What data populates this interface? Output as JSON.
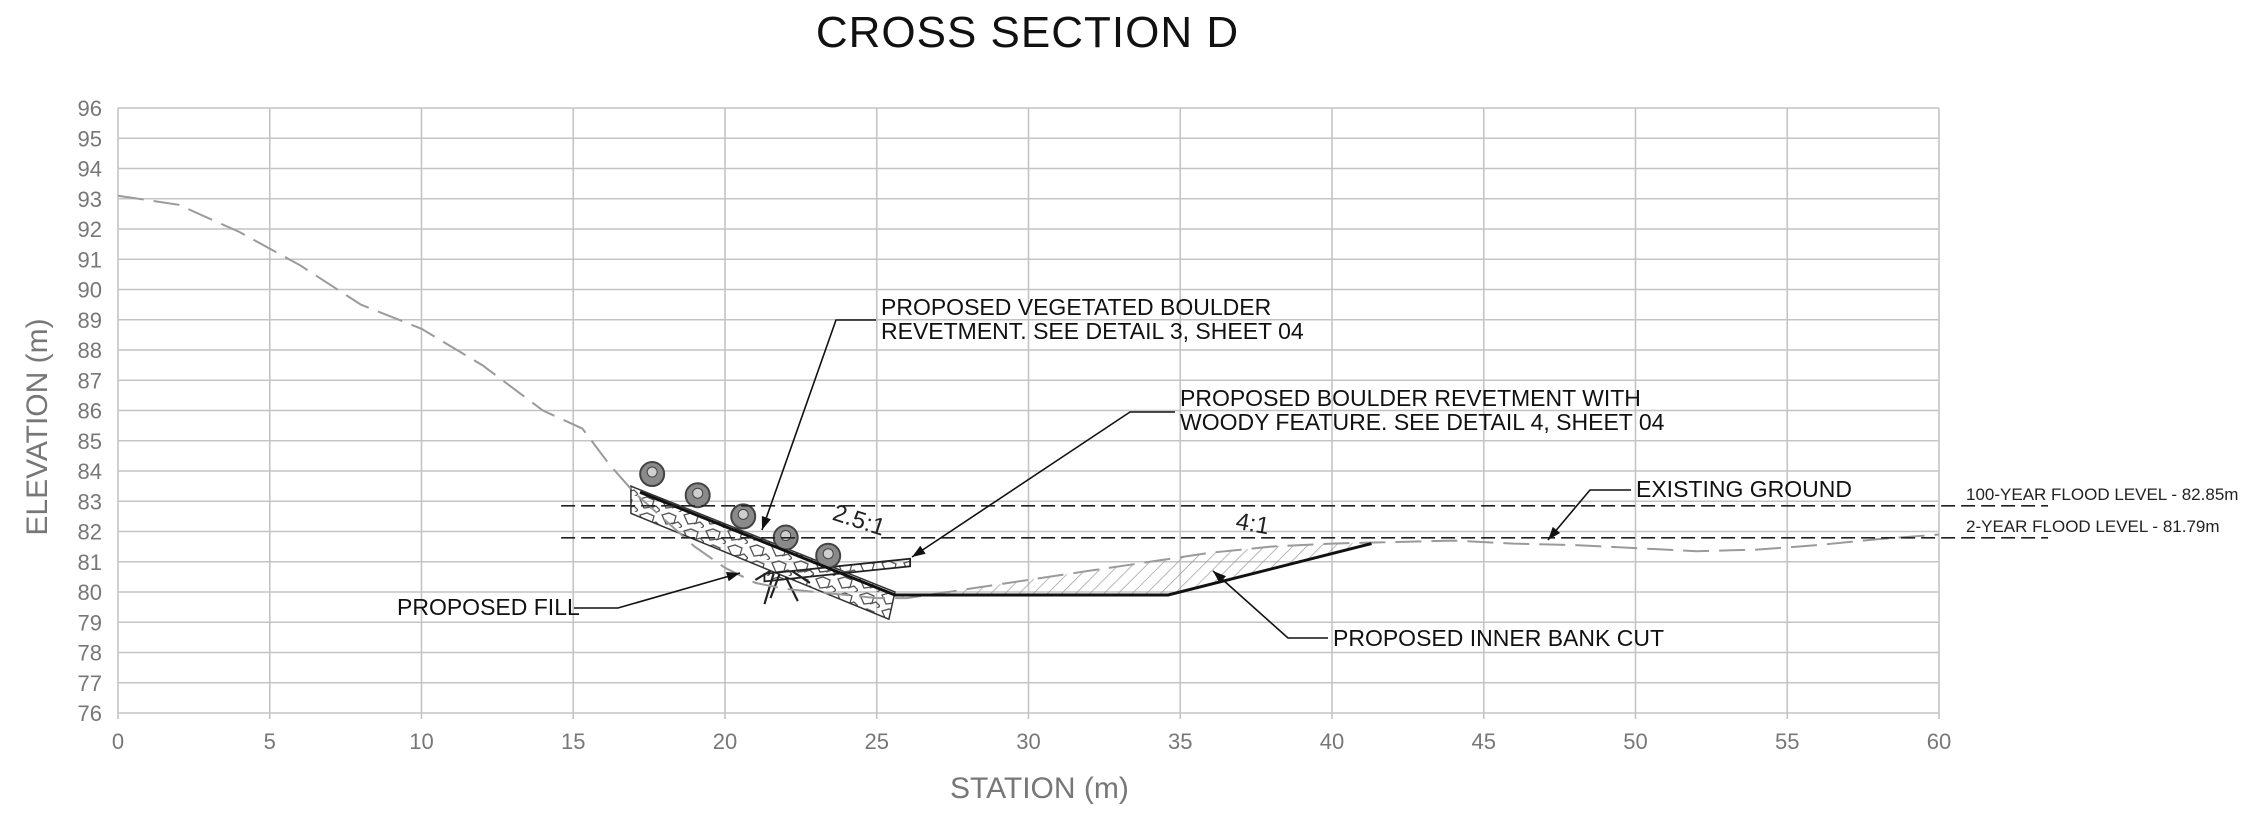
{
  "title": "CROSS SECTION D",
  "xlabel": "STATION (m)",
  "ylabel": "ELEVATION (m)",
  "chart_data": {
    "type": "line",
    "xlim": [
      0,
      60
    ],
    "ylim": [
      76,
      96
    ],
    "xticks": [
      0,
      5,
      10,
      15,
      20,
      25,
      30,
      35,
      40,
      45,
      50,
      55,
      60
    ],
    "yticks": [
      76,
      77,
      78,
      79,
      80,
      81,
      82,
      83,
      84,
      85,
      86,
      87,
      88,
      89,
      90,
      91,
      92,
      93,
      94,
      95,
      96
    ],
    "grid": true,
    "series": [
      {
        "name": "EXISTING GROUND",
        "style": "dashed-grey",
        "points": [
          [
            0,
            93.1
          ],
          [
            2,
            92.8
          ],
          [
            4,
            91.9
          ],
          [
            6,
            90.8
          ],
          [
            8,
            89.5
          ],
          [
            10,
            88.7
          ],
          [
            12,
            87.5
          ],
          [
            14,
            86
          ],
          [
            15.3,
            85.4
          ],
          [
            16.2,
            84.2
          ],
          [
            17,
            83.3
          ],
          [
            18,
            82.4
          ],
          [
            19,
            81.5
          ],
          [
            20,
            80.8
          ],
          [
            21,
            80.3
          ],
          [
            22,
            80.1
          ],
          [
            24,
            79.9
          ],
          [
            25,
            79.8
          ],
          [
            26,
            79.8
          ],
          [
            28,
            80.1
          ],
          [
            30,
            80.4
          ],
          [
            32,
            80.7
          ],
          [
            34,
            81.0
          ],
          [
            36,
            81.3
          ],
          [
            38,
            81.5
          ],
          [
            40,
            81.6
          ],
          [
            42,
            81.65
          ],
          [
            44,
            81.7
          ],
          [
            46,
            81.6
          ],
          [
            48,
            81.55
          ],
          [
            50,
            81.45
          ],
          [
            52,
            81.35
          ],
          [
            54,
            81.4
          ],
          [
            56,
            81.55
          ],
          [
            58,
            81.75
          ],
          [
            60,
            81.9
          ]
        ]
      },
      {
        "name": "PROPOSED",
        "style": "solid-black",
        "points": [
          [
            17.2,
            83.3
          ],
          [
            25.6,
            79.9
          ],
          [
            34.6,
            79.9
          ],
          [
            41.3,
            81.6
          ]
        ]
      }
    ],
    "reference_lines": [
      {
        "label": "100-YEAR FLOOD LEVEL - 82.85m",
        "y": 82.85
      },
      {
        "label": "2-YEAR FLOOD LEVEL - 81.79m",
        "y": 81.79
      }
    ],
    "slope_labels": [
      "2.5:1",
      "4:1"
    ]
  },
  "annotations": {
    "vegetated_line1": "PROPOSED VEGETATED BOULDER",
    "vegetated_line2": "REVETMENT. SEE DETAIL 3, SHEET 04",
    "woody_line1": "PROPOSED BOULDER REVETMENT WITH",
    "woody_line2": "WOODY FEATURE. SEE DETAIL 4, SHEET 04",
    "existing_ground": "EXISTING GROUND",
    "proposed_fill": "PROPOSED FILL",
    "inner_bank_cut": "PROPOSED INNER BANK CUT"
  }
}
